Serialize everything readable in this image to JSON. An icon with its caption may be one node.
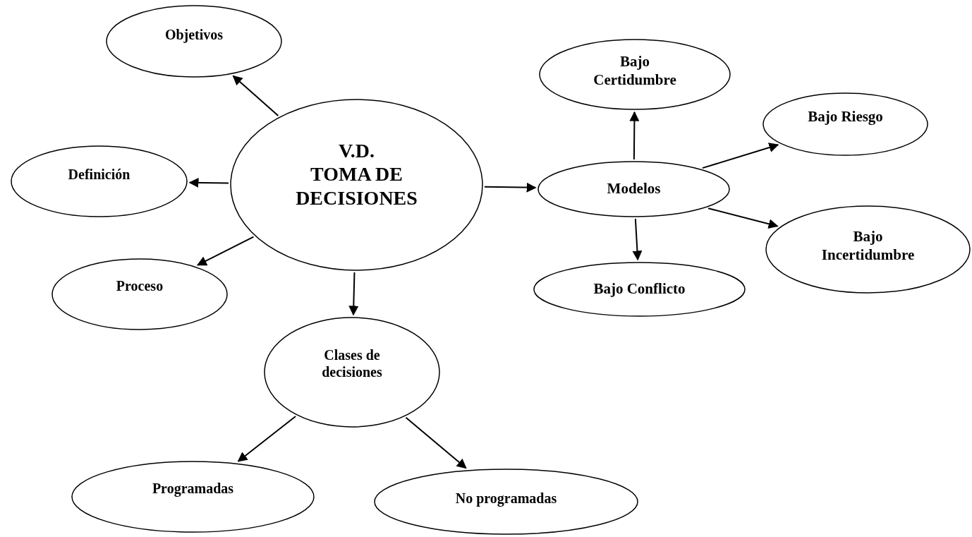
{
  "diagram": {
    "nodes": [
      {
        "text": [
          "V.D.",
          "TOMA DE DECISIONES"
        ]
      },
      {
        "text": [
          "Objetivos"
        ]
      },
      {
        "text": [
          "Definición"
        ]
      },
      {
        "text": [
          "Proceso"
        ]
      },
      {
        "text": [
          "Clases de decisiones"
        ]
      },
      {
        "text": [
          "Programadas"
        ]
      },
      {
        "text": [
          "No programadas"
        ]
      },
      {
        "text": [
          "Modelos"
        ]
      },
      {
        "text": [
          "Bajo Certidumbre"
        ]
      },
      {
        "text": [
          "Bajo Riesgo"
        ]
      },
      {
        "text": [
          "Bajo Incertidumbre"
        ]
      },
      {
        "text": [
          "Bajo Conflicto"
        ]
      }
    ],
    "edges": [
      {
        "from": 0,
        "to": 1,
        "arrow": "to"
      },
      {
        "from": 0,
        "to": 2,
        "arrow": "to"
      },
      {
        "from": 0,
        "to": 3,
        "arrow": "to"
      },
      {
        "from": 0,
        "to": 4,
        "arrow": "to"
      },
      {
        "from": 0,
        "to": 7,
        "arrow": "to"
      },
      {
        "from": 4,
        "to": 5,
        "arrow": "to"
      },
      {
        "from": 4,
        "to": 6,
        "arrow": "to"
      },
      {
        "from": 7,
        "to": 8,
        "arrow": "to"
      },
      {
        "from": 7,
        "to": 9,
        "arrow": "to"
      },
      {
        "from": 7,
        "to": 10,
        "arrow": "to"
      },
      {
        "from": 7,
        "to": 11,
        "arrow": "to"
      }
    ]
  }
}
